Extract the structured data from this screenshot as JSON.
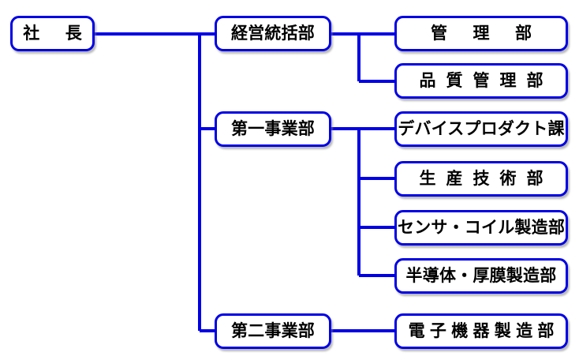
{
  "diagram": {
    "type": "organization-chart",
    "title": "",
    "colors": {
      "border": "#0000e4",
      "connector": "#0000e4",
      "text": "#000000",
      "background": "#ffffff",
      "shadow": "#828282"
    },
    "levels": 3
  },
  "nodes": {
    "root": {
      "id": "shacho",
      "label": "社長",
      "level": 1
    },
    "level2": [
      {
        "id": "keiei-toukatsu-bu",
        "label": "経営統括部",
        "level": 2
      },
      {
        "id": "daiichi-jigyou-bu",
        "label": "第一事業部",
        "level": 2
      },
      {
        "id": "daini-jigyou-bu",
        "label": "第二事業部",
        "level": 2
      }
    ],
    "level3": {
      "keiei_toukatsu_children": [
        {
          "id": "kanri-bu",
          "label": "管理部",
          "level": 3
        },
        {
          "id": "hinshitsu-kanri-bu",
          "label": "品質管理部",
          "level": 3
        }
      ],
      "daiichi_jigyou_children": [
        {
          "id": "device-product-ka",
          "label": "デバイスプロダクト課",
          "level": 3
        },
        {
          "id": "seisan-gijutsu-bu",
          "label": "生産技術部",
          "level": 3
        },
        {
          "id": "sensor-coil-seizou-bu",
          "label": "センサ・コイル製造部",
          "level": 3
        },
        {
          "id": "handoutai-koumaku-seizou-bu",
          "label": "半導体・厚膜製造部",
          "level": 3
        }
      ],
      "daini_jigyou_children": [
        {
          "id": "denshi-kiki-seizou-bu",
          "label": "電子機器製造部",
          "level": 3
        }
      ]
    }
  }
}
